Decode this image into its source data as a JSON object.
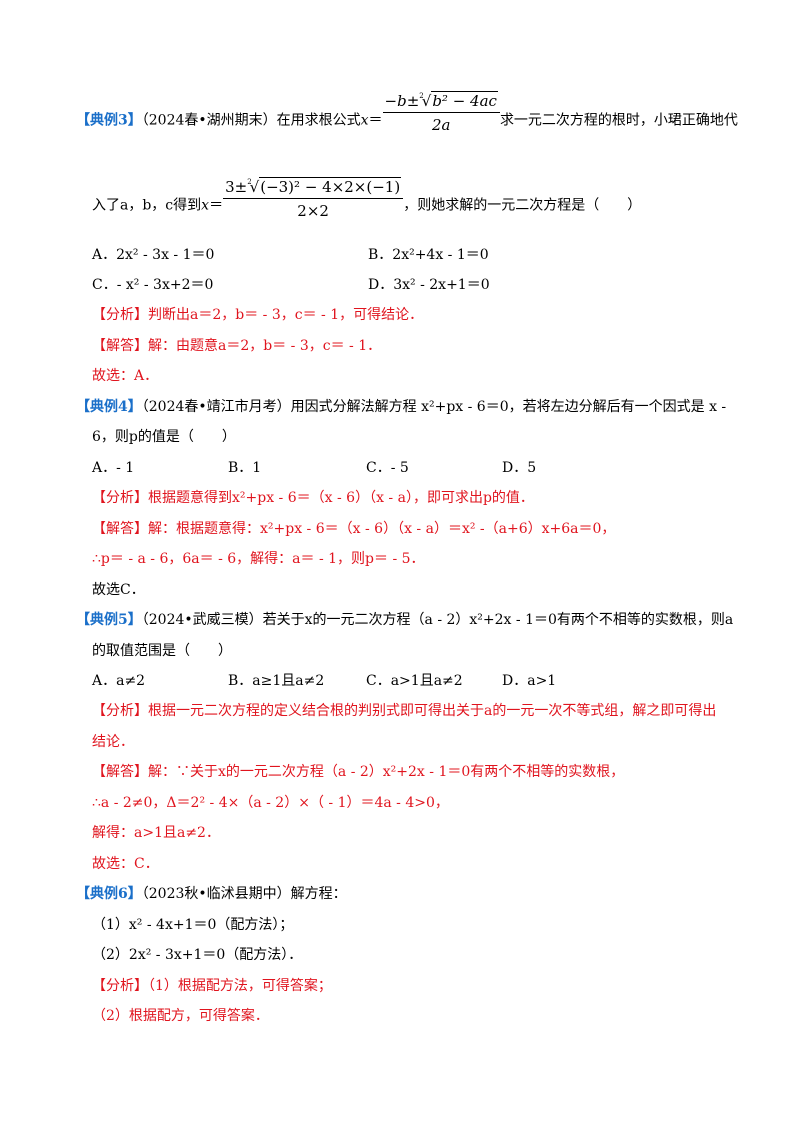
{
  "ex3": {
    "tag": "【典例3】",
    "source": "（2024春•湖州期末）在用求根公式",
    "formula_num_a": "−b±",
    "formula_num_rad": "b² − 4ac",
    "formula_den": "2a",
    "after_formula": "求一元二次方程的根时，小珺正确地代",
    "line2_pre": "入了a，b，c得到",
    "formula2_num_a": "3±",
    "formula2_num_rad": "(−3)² − 4×2×(−1)",
    "formula2_den": "2×2",
    "line2_post": "，则她求解的一元二次方程是（　　）",
    "options": [
      "A．2x² - 3x - 1＝0",
      "B．2x²+4x - 1＝0",
      "C．- x² - 3x+2＝0",
      "D．3x² - 2x+1＝0"
    ],
    "analysis_tag": "【分析】",
    "analysis": "判断出a＝2，b＝ - 3，c＝ - 1，可得结论．",
    "answer_tag": "【解答】",
    "answer": "解：由题意a＝2，b＝ - 3，c＝ - 1．",
    "choice": "故选：A．"
  },
  "ex4": {
    "tag": "【典例4】",
    "line1": "（2024春•靖江市月考）用因式分解法解方程 x²+px - 6＝0，若将左边分解后有一个因式是 x -",
    "line2": "6，则p的值是（　　）",
    "options": [
      "A．- 1",
      "B．1",
      "C．- 5",
      "D．5"
    ],
    "analysis_tag": "【分析】",
    "analysis": "根据题意得到x²+px - 6＝（x - 6）（x - a），即可求出p的值．",
    "answer_tag": "【解答】",
    "answer": "解：根据题意得：x²+px - 6＝（x - 6）（x - a）＝x² -（a+6）x+6a＝0，",
    "answer2": "∴p＝ - a - 6，6a＝ - 6，解得：a＝ - 1，则p＝ - 5．",
    "choice": "故选C．"
  },
  "ex5": {
    "tag": "【典例5】",
    "line1": "（2024•武威三模）若关于x的一元二次方程（a - 2）x²+2x - 1＝0有两个不相等的实数根，则a",
    "line2": "的取值范围是（　　）",
    "options": [
      "A．a≠2",
      "B．a≥1且a≠2",
      "C．a>1且a≠2",
      "D．a>1"
    ],
    "analysis_tag": "【分析】",
    "analysis": "根据一元二次方程的定义结合根的判别式即可得出关于a的一元一次不等式组，解之即可得出",
    "analysis2": "结论．",
    "answer_tag": "【解答】",
    "answer": "解：∵关于x的一元二次方程（a - 2）x²+2x - 1＝0有两个不相等的实数根，",
    "answer2": "∴a - 2≠0，Δ＝2² - 4×（a - 2）×（ - 1）＝4a - 4>0，",
    "answer3": "解得：a>1且a≠2．",
    "choice": "故选：C．"
  },
  "ex6": {
    "tag": "【典例6】",
    "line1": "（2023秋•临沭县期中）解方程：",
    "item1": "（1）x² - 4x+1＝0（配方法）；",
    "item2": "（2）2x² - 3x+1＝0（配方法）．",
    "analysis_tag": "【分析】",
    "analysis": "（1）根据配方法，可得答案；",
    "analysis2": "（2）根据配方，可得答案．"
  }
}
